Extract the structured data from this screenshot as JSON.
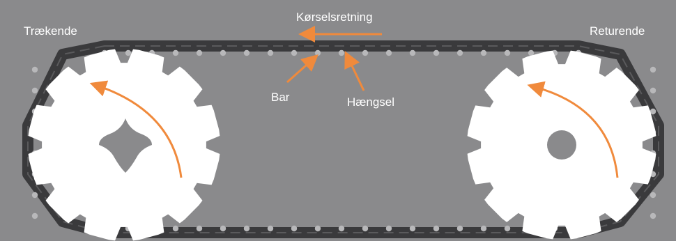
{
  "labels": {
    "direction": "Kørselsretning",
    "drive_end": "Trækende",
    "return_end": "Returende",
    "bar": "Bar",
    "hinge": "Hængsel"
  },
  "colors": {
    "background": "#8a8a8c",
    "belt": "#3a3a3c",
    "sprocket": "#ffffff",
    "arrow": "#f08a3c",
    "text": "#ffffff"
  },
  "icons": {
    "drive_hub": "square-hub",
    "return_hub": "round-hub"
  }
}
